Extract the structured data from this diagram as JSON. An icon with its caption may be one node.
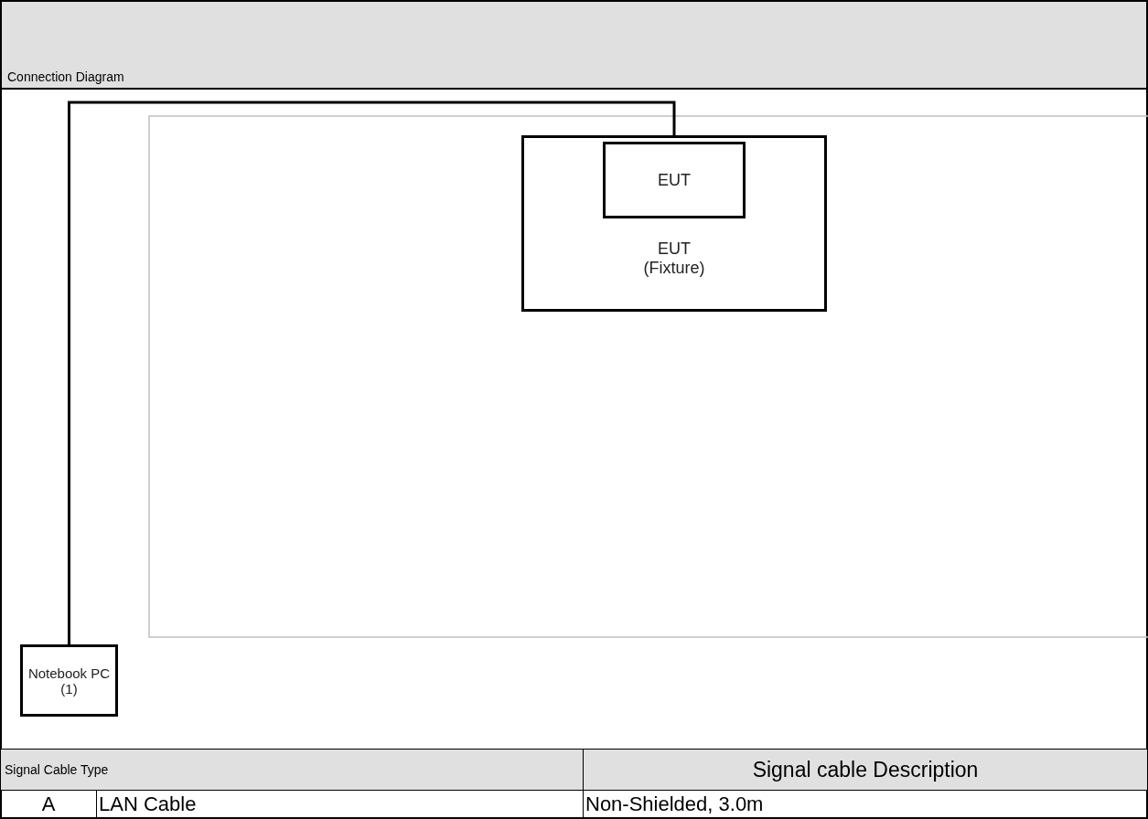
{
  "diagram": {
    "title": "Connection Diagram",
    "nodes": [
      {
        "text": [
          "EUT (Fixture)"
        ]
      },
      {
        "text": [
          "EUT"
        ],
        "in": 0
      },
      {
        "text": [
          "Notebook PC (1)"
        ]
      }
    ],
    "edges": [
      {
        "from": 2,
        "to": 0,
        "arrow": "none"
      }
    ],
    "labels": [
      "Signal Cable Type",
      "Signal cable Description",
      "A",
      "LAN Cable",
      "Non-Shielded, 3.0m"
    ]
  }
}
